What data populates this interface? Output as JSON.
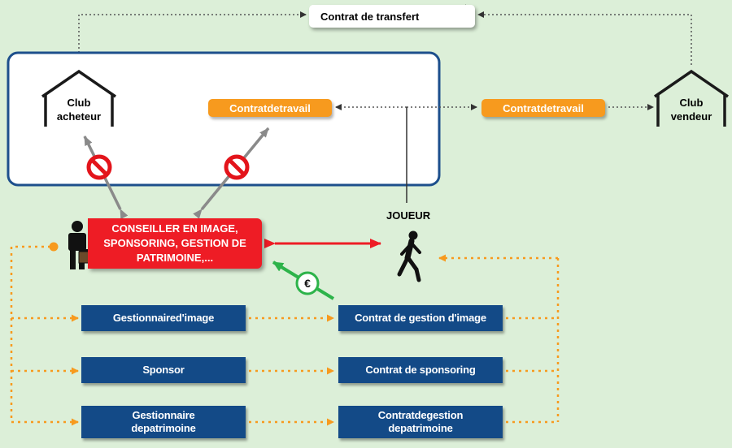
{
  "transfer_contract": {
    "label": "Contrat de transfert",
    "icon": "signature-icon"
  },
  "club_buyer": {
    "line1": "Club",
    "line2": "acheteur",
    "icon": "house-icon"
  },
  "club_seller": {
    "line1": "Club",
    "line2": "vendeur",
    "icon": "house-icon"
  },
  "work_contract_left": {
    "label": "Contratdetravail"
  },
  "work_contract_right": {
    "label": "Contratdetravail"
  },
  "player": {
    "label": "JOUEUR",
    "icon": "walking-person-icon"
  },
  "advisor": {
    "line1": "CONSEILLER EN IMAGE,",
    "line2": "SPONSORING, GESTION DE",
    "line3": "PATRIMOINE,...",
    "icon": "businessman-icon"
  },
  "euro_badge": {
    "symbol": "€"
  },
  "rows": [
    {
      "left": "Gestionnaired'image",
      "right": "Contrat de gestion d'image"
    },
    {
      "left": "Sponsor",
      "right": "Contrat de sponsoring"
    },
    {
      "left_line1": "Gestionnaire",
      "left_line2": "depatrimoine",
      "right_line1": "Contratdegestion",
      "right_line2": "depatrimoine"
    }
  ],
  "colors": {
    "background": "#dcefd8",
    "navy": "#134a87",
    "orange": "#f79a1e",
    "red": "#ee1c25",
    "gray_arrow": "#8a8a8a",
    "green_arrow": "#2db34a",
    "forbidden": "#e3141b",
    "frame": "#1d4f8c"
  }
}
